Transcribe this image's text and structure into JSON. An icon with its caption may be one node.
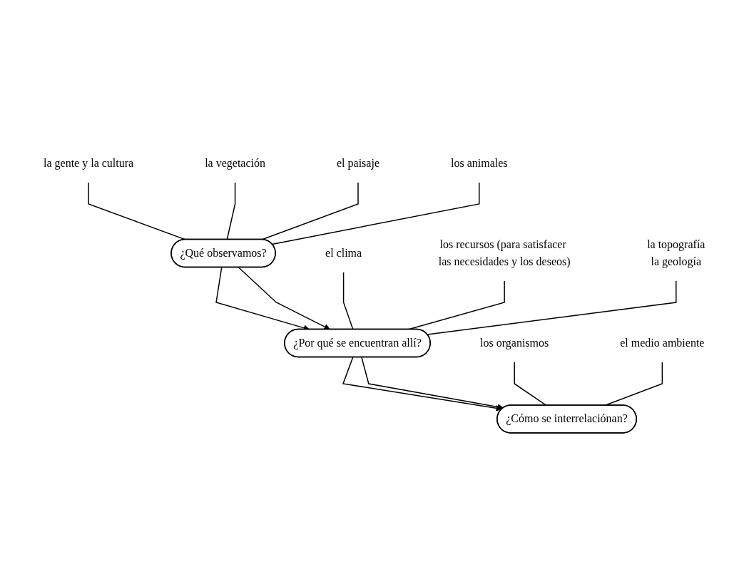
{
  "diagram": {
    "nodes": [
      {
        "text": [
          "¿Qué observamos?"
        ]
      },
      {
        "text": [
          "la gente y la cultura"
        ]
      },
      {
        "text": [
          "la vegetación"
        ]
      },
      {
        "text": [
          "el paisaje"
        ]
      },
      {
        "text": [
          "los animales"
        ]
      },
      {
        "text": [
          "¿Por qué se encuentran allí?"
        ]
      },
      {
        "text": [
          "el clima"
        ]
      },
      {
        "text": [
          "los recursos (para satisfacer las necesidades y los deseos)"
        ]
      },
      {
        "text": [
          "la topografía",
          "la geología"
        ]
      },
      {
        "text": [
          "¿Cómo se interrelaciónan?"
        ]
      },
      {
        "text": [
          "los organismos"
        ]
      },
      {
        "text": [
          "el medio ambiente"
        ]
      }
    ],
    "edges": [
      {
        "from": 1,
        "to": 0,
        "arrow": "none"
      },
      {
        "from": 2,
        "to": 0,
        "arrow": "none"
      },
      {
        "from": 3,
        "to": 0,
        "arrow": "none"
      },
      {
        "from": 4,
        "to": 0,
        "arrow": "none"
      },
      {
        "from": 0,
        "to": 5,
        "arrow": "to"
      },
      {
        "from": 0,
        "to": 5,
        "arrow": "to"
      },
      {
        "from": 6,
        "to": 5,
        "arrow": "none"
      },
      {
        "from": 7,
        "to": 5,
        "arrow": "none"
      },
      {
        "from": 8,
        "to": 5,
        "arrow": "none"
      },
      {
        "from": 5,
        "to": 9,
        "arrow": "to"
      },
      {
        "from": 5,
        "to": 9,
        "arrow": "to"
      },
      {
        "from": 10,
        "to": 9,
        "arrow": "none"
      },
      {
        "from": 11,
        "to": 9,
        "arrow": "none"
      }
    ]
  }
}
